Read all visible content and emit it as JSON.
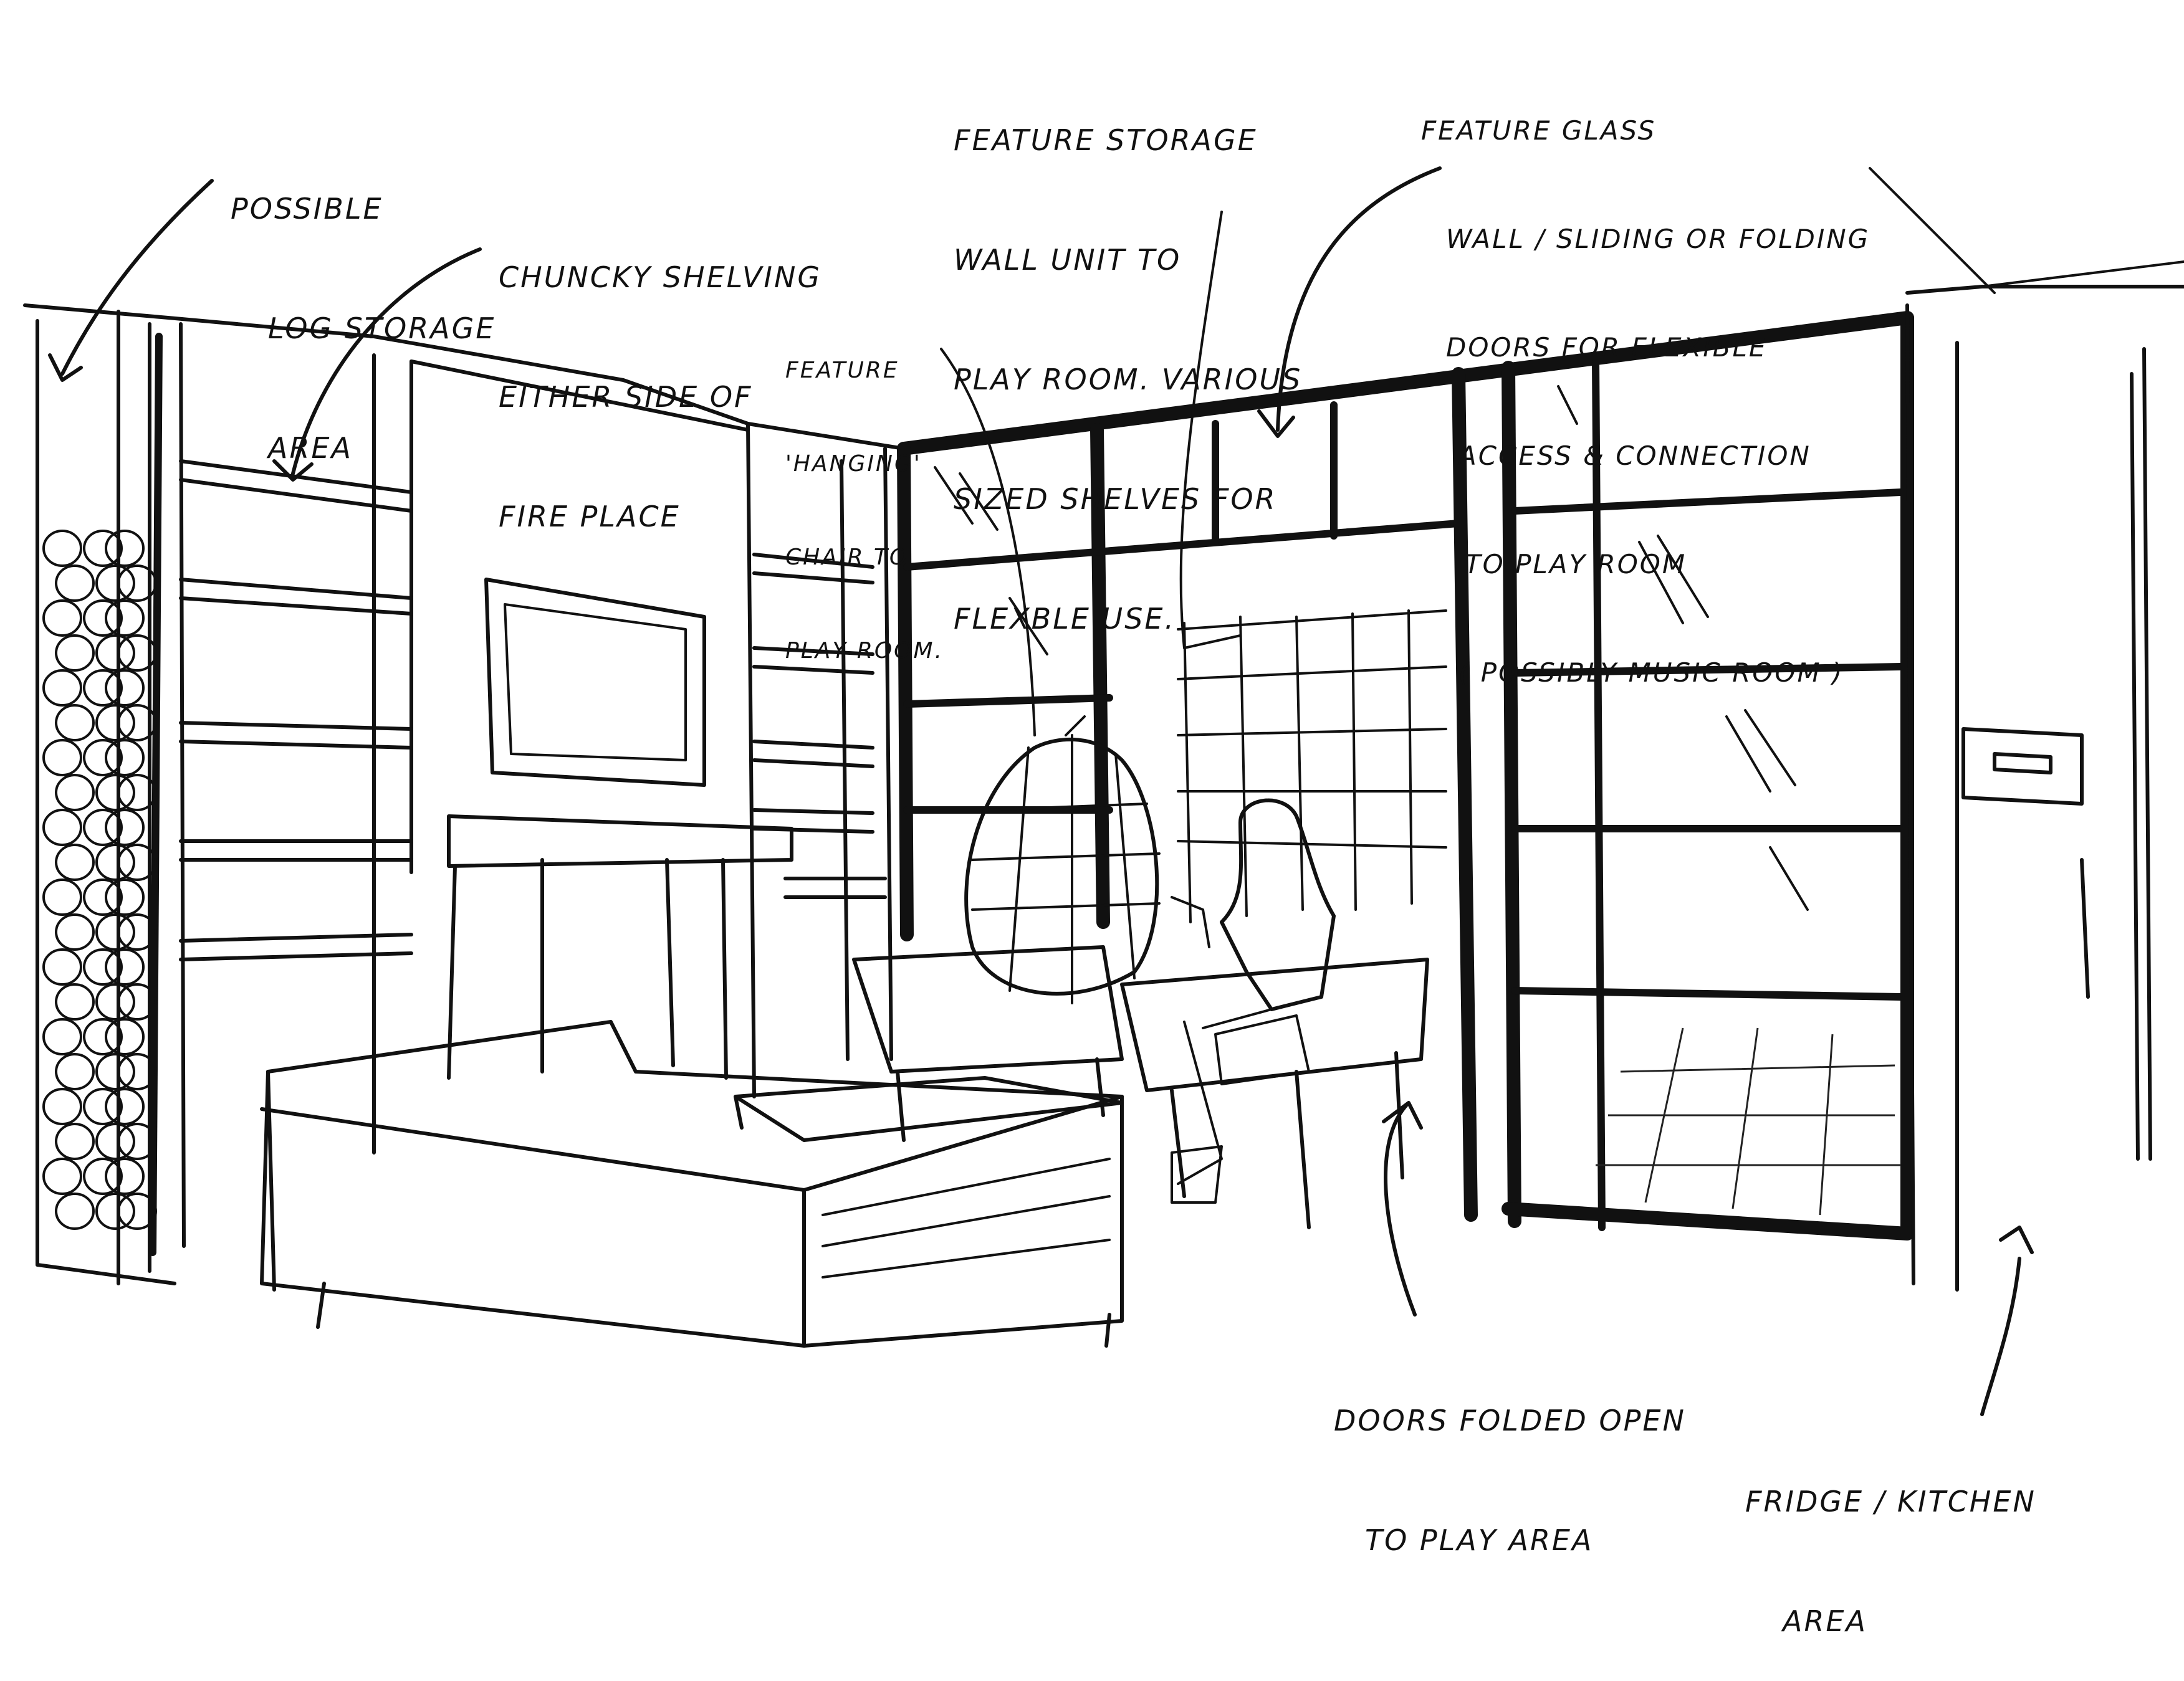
{
  "annotations": {
    "log_storage": [
      "POSSIBLE",
      "LOG STORAGE",
      "AREA"
    ],
    "chunky_shelving": [
      "CHUNCKY SHELVING",
      "EITHER SIDE OF",
      "FIRE PLACE"
    ],
    "hanging_chair": [
      "FEATURE",
      "'HANGING'",
      "CHAIR TO",
      "PLAY ROOM."
    ],
    "storage_wall": [
      "FEATURE STORAGE",
      "WALL UNIT TO",
      "PLAY ROOM. VARIOUS",
      "SIZED SHELVES FOR",
      "FLEXBLE USE."
    ],
    "glass_wall": [
      "FEATURE GLASS",
      "WALL / SLIDING OR FOLDING",
      "DOORS FOR FLEXIBLE",
      "ACCESS & CONNECTION",
      "TO PLAY ROOM",
      "( POSSIBLY MUSIC ROOM )"
    ],
    "doors_folded": [
      "DOORS FOLDED OPEN",
      "TO PLAY AREA"
    ],
    "fridge_kitchen": [
      "FRIDGE / KITCHEN",
      "AREA"
    ]
  },
  "ink_color": "#111111",
  "paper_color": "#ffffff"
}
